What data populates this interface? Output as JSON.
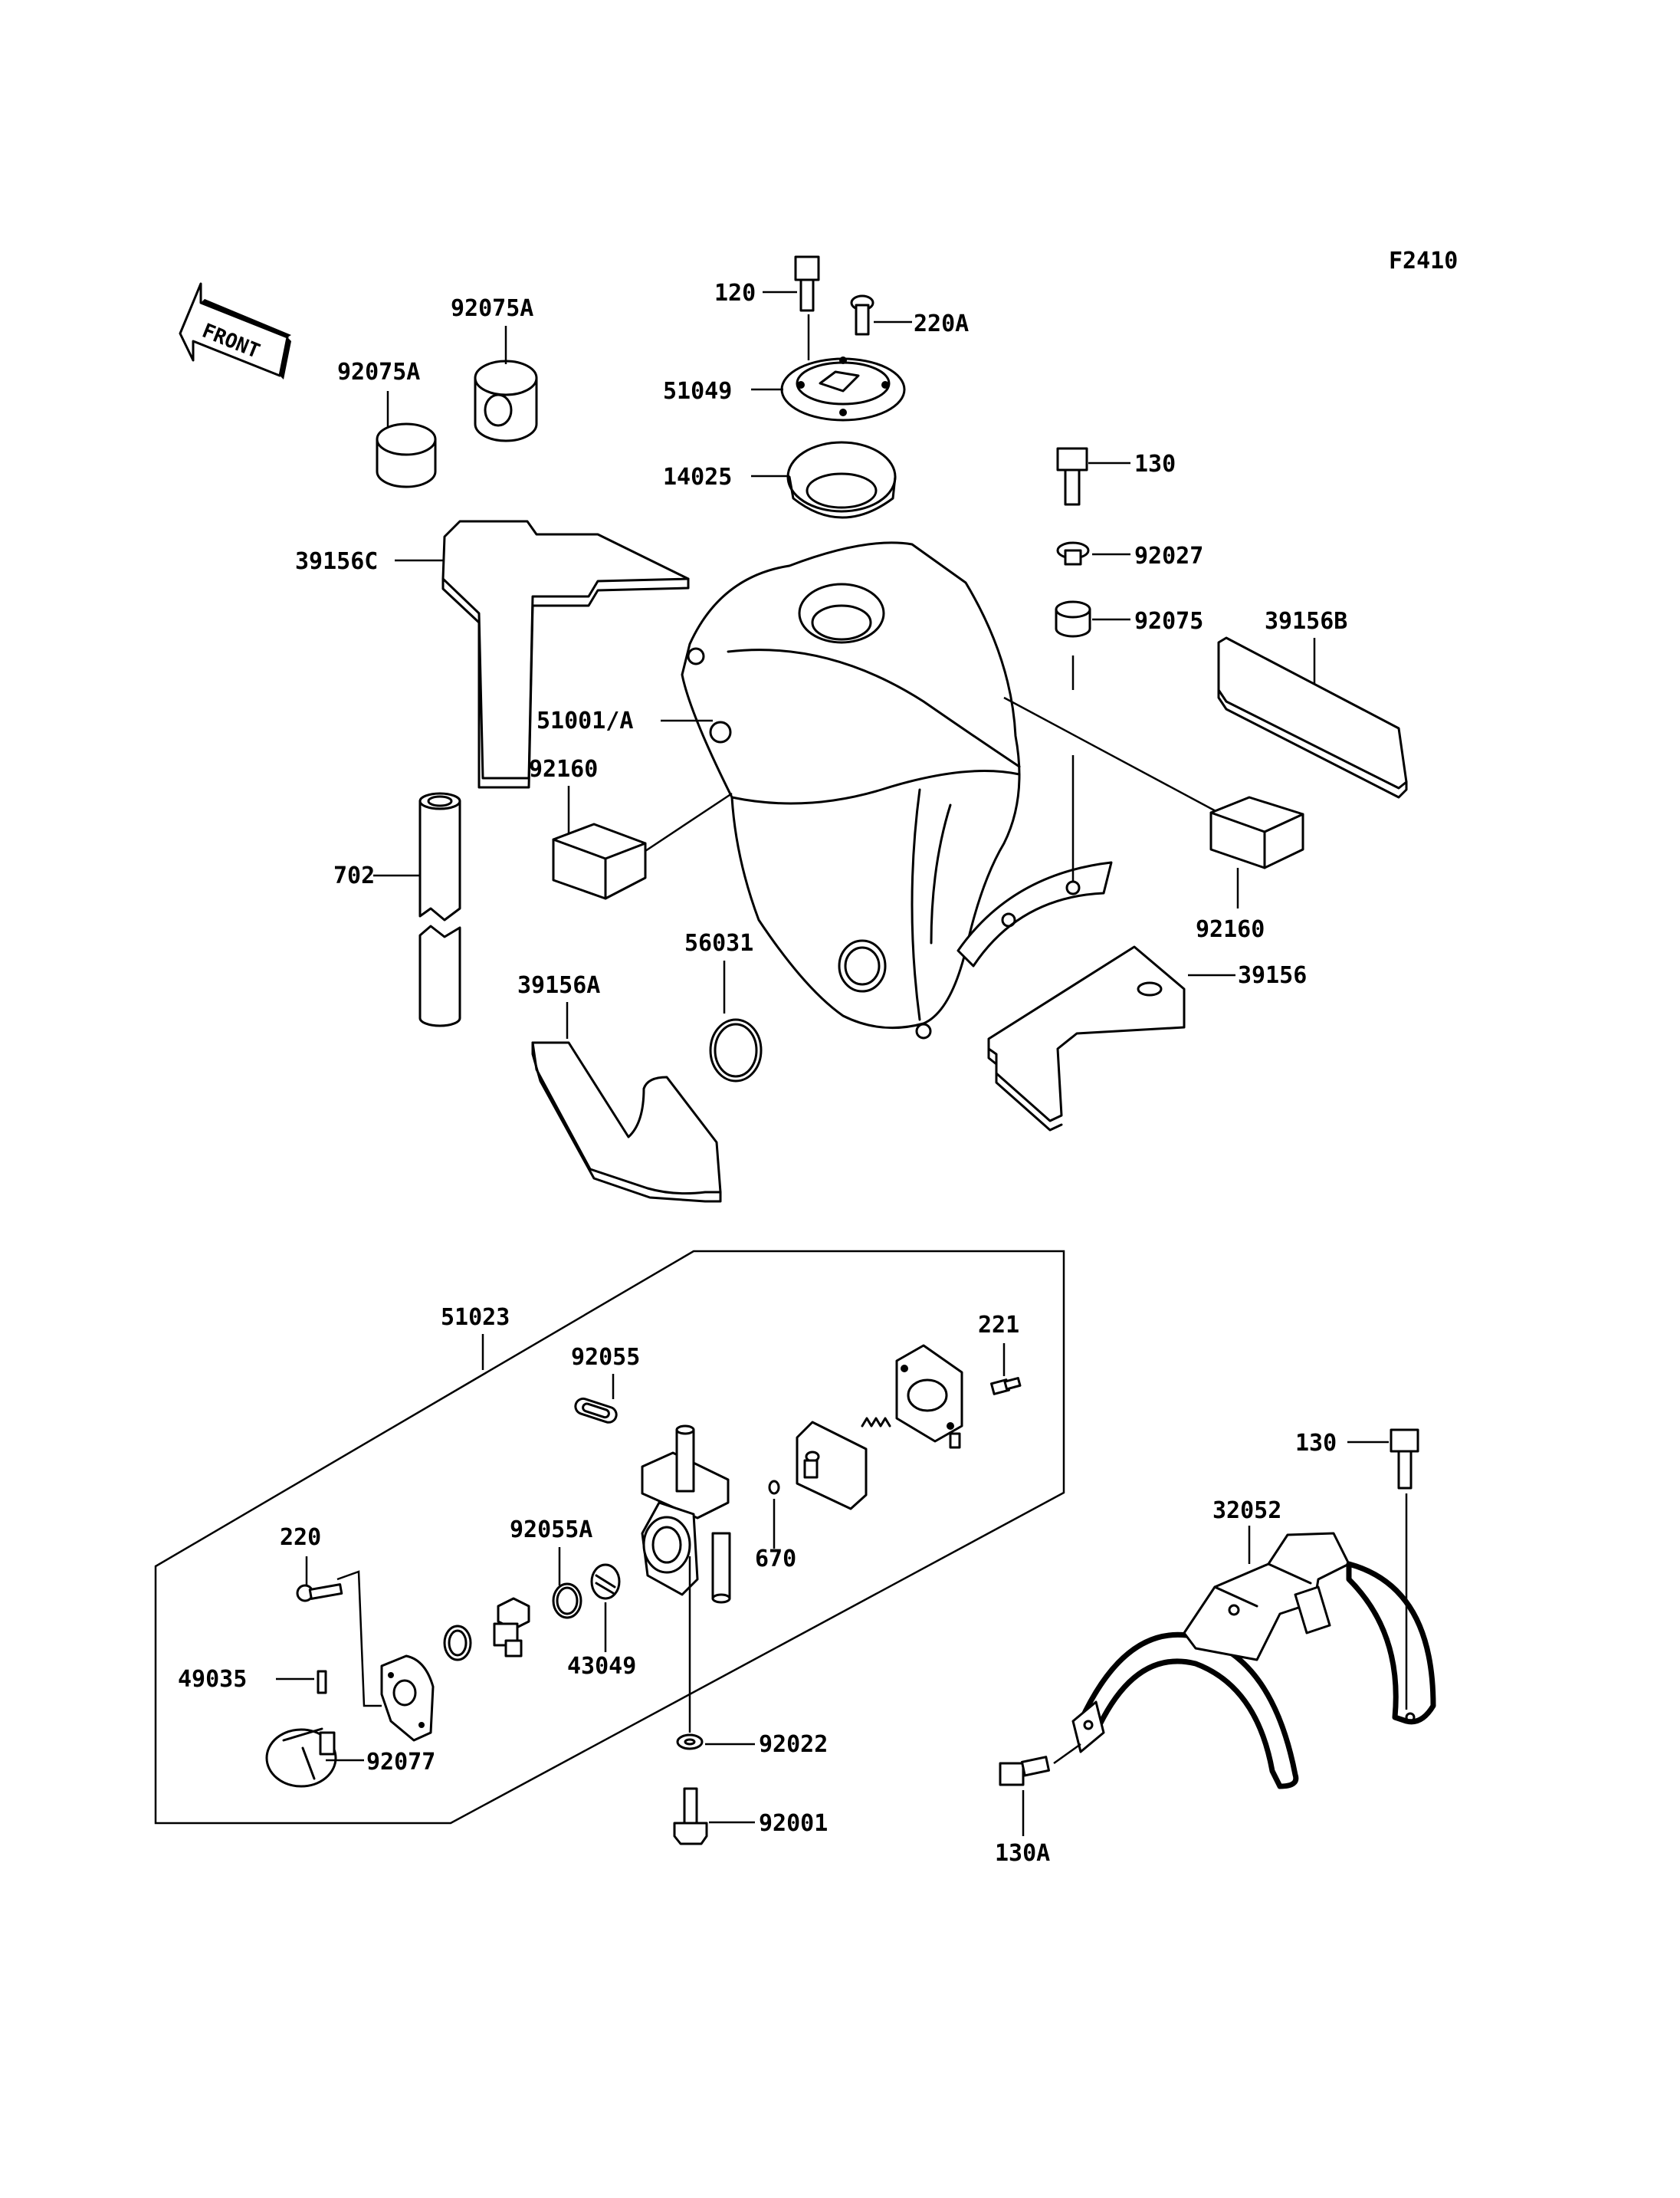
{
  "diagram": {
    "code": "F2410",
    "front_label": "FRONT",
    "labels": {
      "l120": "120",
      "l220A": "220A",
      "l51049": "51049",
      "l14025": "14025",
      "l130_top": "130",
      "l92027": "92027",
      "l92075": "92075",
      "l39156B": "39156B",
      "l92075A_1": "92075A",
      "l92075A_2": "92075A",
      "l39156C": "39156C",
      "l51001A": "51001/A",
      "l92160_left": "92160",
      "l92160_right": "92160",
      "l702": "702",
      "l56031": "56031",
      "l39156A": "39156A",
      "l39156": "39156",
      "l51023": "51023",
      "l92055": "92055",
      "l221": "221",
      "l670": "670",
      "l92055A": "92055A",
      "l43049": "43049",
      "l220": "220",
      "l49035": "49035",
      "l92077": "92077",
      "l92022": "92022",
      "l92001": "92001",
      "l130_right": "130",
      "l32052": "32052",
      "l130A": "130A"
    }
  }
}
